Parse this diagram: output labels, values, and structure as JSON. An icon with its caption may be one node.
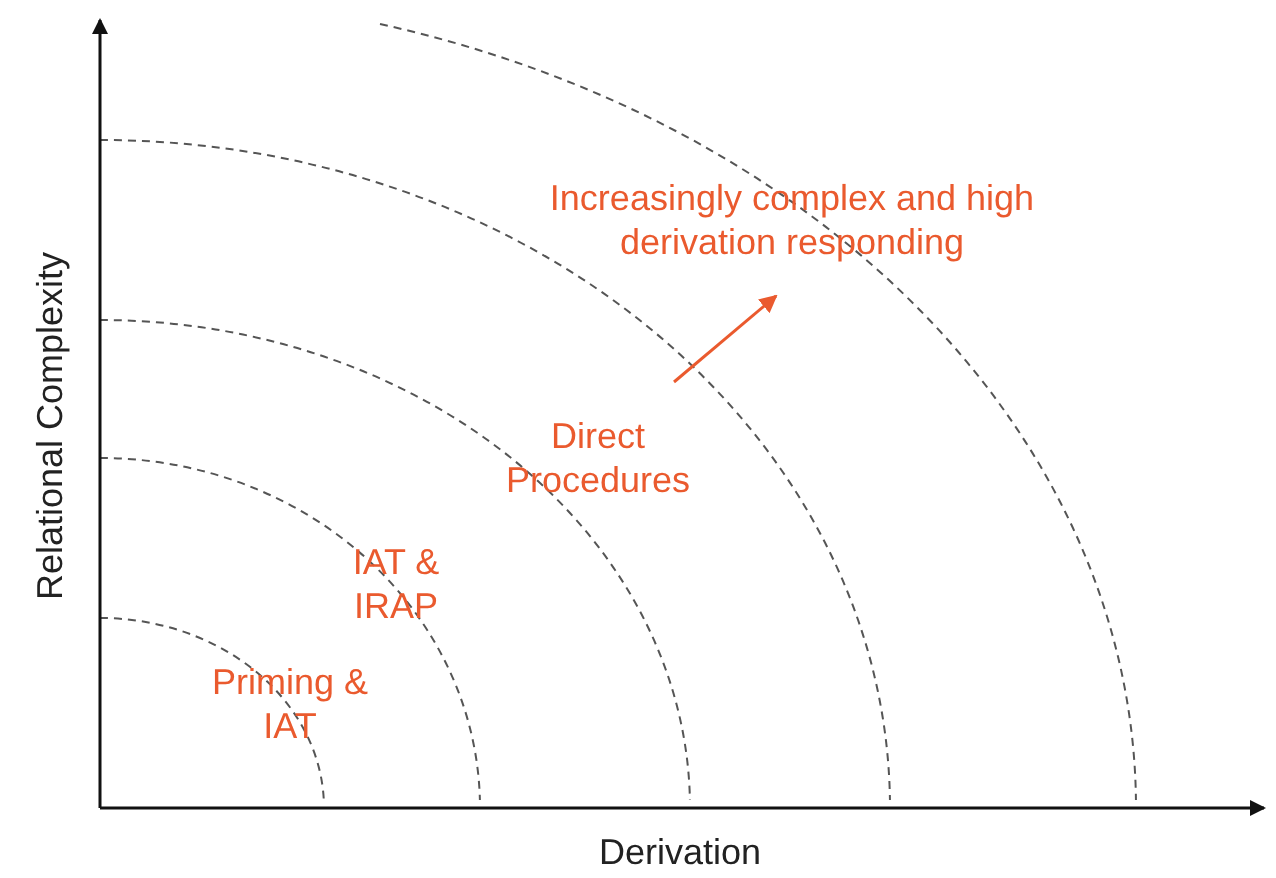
{
  "diagram": {
    "labels": [
      "Increasingly complex and high derivation responding",
      "Direct Procedures",
      "IAT & IRAP",
      "Priming & IAT",
      "Relational Complexity",
      "Derivation"
    ]
  }
}
